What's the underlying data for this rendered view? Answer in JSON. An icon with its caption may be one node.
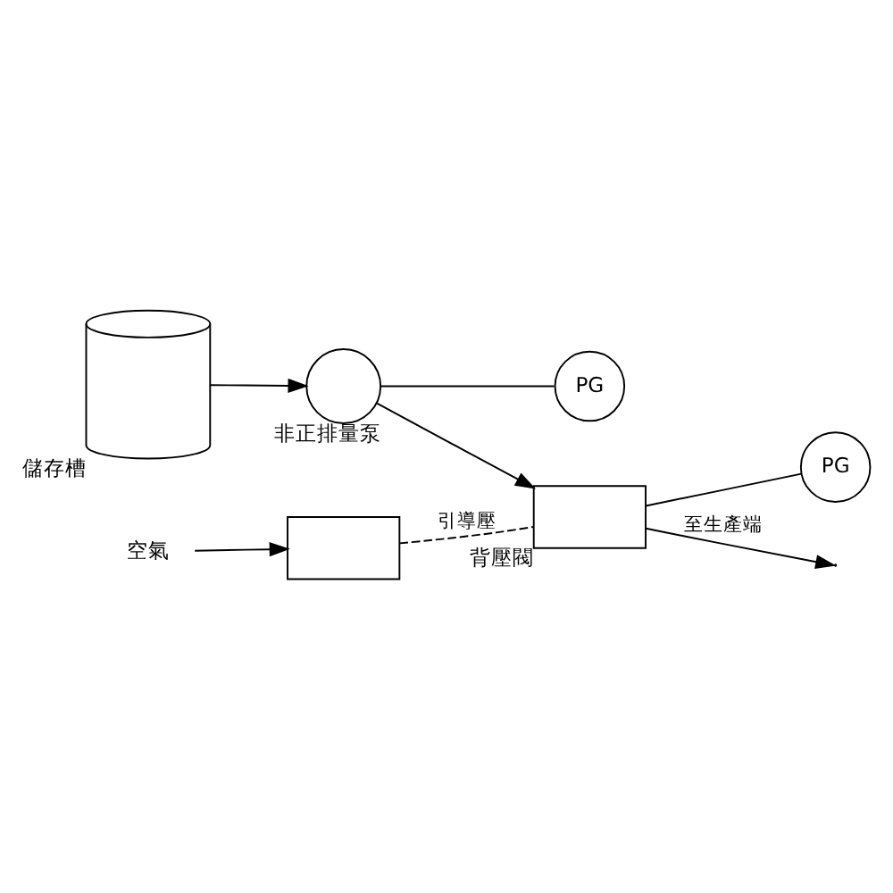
{
  "diagram": {
    "nodes": [
      {
        "text": [],
        "shape": "cylinder",
        "beside": [
          "儲存槽"
        ]
      },
      {
        "text": [],
        "shape": "circle",
        "beside": [
          "非正排量泵"
        ]
      },
      {
        "text": [
          "PG"
        ]
      },
      {
        "text": [],
        "shape": "box",
        "beside": [
          "背壓閥"
        ]
      },
      {
        "text": [],
        "shape": "box"
      },
      {
        "text": [
          "空氣"
        ]
      },
      {
        "text": [
          "PG"
        ]
      }
    ],
    "edges": [
      {
        "from": 0,
        "to": 1,
        "arrow": "to"
      },
      {
        "from": 1,
        "to": 3,
        "arrow": "to"
      },
      {
        "from": 1,
        "to": 2,
        "arrow": "none"
      },
      {
        "from": 4,
        "to": 3,
        "arrow": "none",
        "style": "dashed",
        "label": "引導壓"
      },
      {
        "from": 5,
        "to": 4,
        "arrow": "to"
      },
      {
        "from": 3,
        "to": 6,
        "arrow": "none"
      },
      {
        "from": 3,
        "to": null,
        "arrow": "to",
        "label": "至生產端"
      }
    ]
  }
}
